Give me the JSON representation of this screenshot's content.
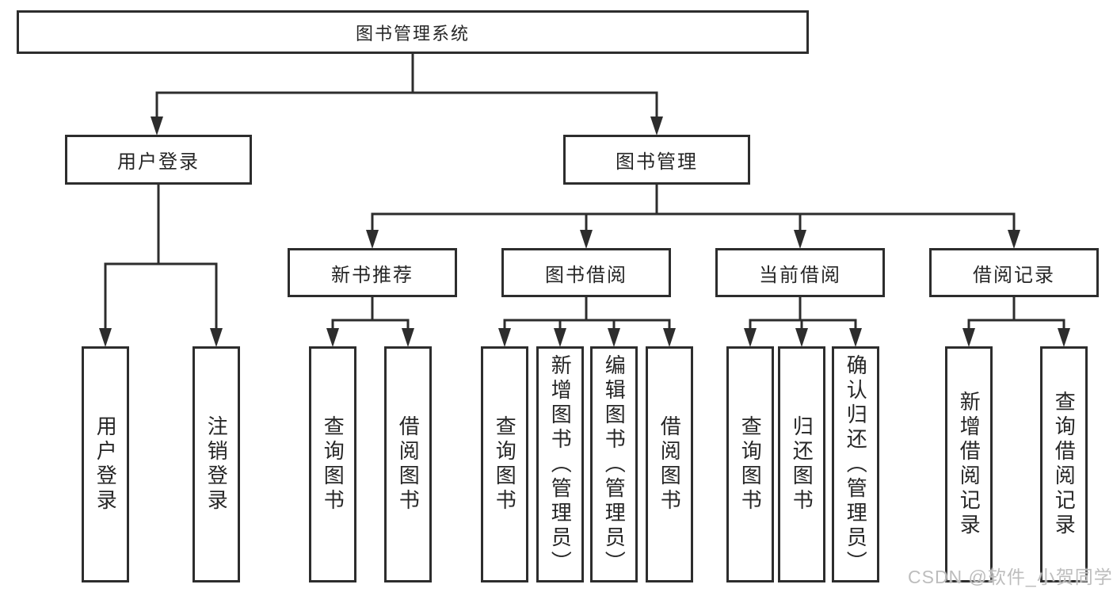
{
  "tree": {
    "label": "图书管理系统",
    "children": [
      {
        "label": "用户登录",
        "children": [
          {
            "label": "用户登录"
          },
          {
            "label": "注销登录"
          }
        ]
      },
      {
        "label": "图书管理",
        "children": [
          {
            "label": "新书推荐",
            "children": [
              {
                "label": "查询图书"
              },
              {
                "label": "借阅图书"
              }
            ]
          },
          {
            "label": "图书借阅",
            "children": [
              {
                "label": "查询图书"
              },
              {
                "label": "新增图书（管理员）"
              },
              {
                "label": "编辑图书（管理员）"
              },
              {
                "label": "借阅图书"
              }
            ]
          },
          {
            "label": "当前借阅",
            "children": [
              {
                "label": "查询图书"
              },
              {
                "label": "归还图书"
              },
              {
                "label": "确认归还（管理员）"
              }
            ]
          },
          {
            "label": "借阅记录",
            "children": [
              {
                "label": "新增借阅记录"
              },
              {
                "label": "查询借阅记录"
              }
            ]
          }
        ]
      }
    ]
  },
  "watermark": {
    "text": "CSDN @软件_小贺同学"
  },
  "colors": {
    "line": "#2d2d2d",
    "box_border": "#2d2d2d",
    "box_fill": "#ffffff",
    "text": "#262626",
    "watermark": "#bdbdbd"
  }
}
